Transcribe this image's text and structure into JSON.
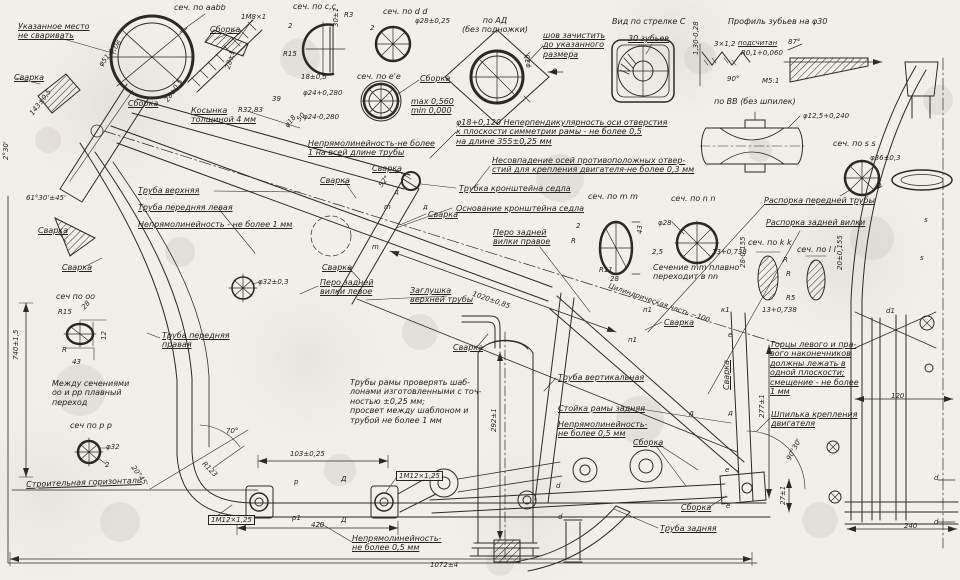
{
  "meta": {
    "kind": "scanned engineering drawing",
    "subject": "motorcycle frame weldment, sections and notes (Russian GOST style)"
  },
  "colors": {
    "paper": "#f1efe8",
    "ink": "#2b2a24"
  },
  "labels": {
    "no_weld": "Указанное место\nне сваривать",
    "sec_aabb": "сеч. по aabb",
    "thread_m8": "1М8×1",
    "sborka_1": "Сборка",
    "svarka_1": "Сварка",
    "dia51": "φ51-0,06",
    "dim143": "143±0,5",
    "dim2801": "28±1",
    "sborka_2": "Сборка",
    "kosynka": "Косынка\nтолщиной 4 мм",
    "r3283": "R32,83",
    "dim39": "39",
    "dia18": "φ18",
    "dim50": "50",
    "dim28_05": "28±0,5",
    "deg230": "2°30'",
    "deg6130": "61°30'±45'",
    "svarka_2": "Сварка",
    "svarka_10": "Сварка",
    "sec_cc": "сеч. по c,c",
    "cc_2": "2",
    "cc_r3": "R3",
    "cc_r15": "R15",
    "cc_30": "30±1",
    "cc_18": "18±0,5",
    "sec_dd": "сеч. по d d",
    "dd_2": "2",
    "dd_dia": "φ28±0,25",
    "sec_ee": "сеч. по e'e",
    "ee_sborka": "Сборка",
    "ee_d24a": "φ24+0,280",
    "ee_d24b": "φ24-0,280",
    "ee_maxmin": "max 0,560\nmin 0,000",
    "ad_title": "по АД\n(без подножки)",
    "ad_note": "шов зачистить\nдо указанного\nразмера",
    "ad_c": "c",
    "ad_d30": "φ30",
    "vid_c": "Вид по стрелке C",
    "zub30": "30 зубьев",
    "profil": "Профиль зубьев на φ30",
    "d3x12": "3×1,2",
    "podschitan": "подсчитан",
    "r01": "R0,1+0,060",
    "deg87": "87°",
    "deg90": "90°",
    "m51": "М5:1",
    "d130": "1,30-0,28",
    "bb_title": "по ВВ (без шпилек)",
    "bb_d125": "φ12,5+0,240",
    "perp_note": "φ18+0,120 Неперпендикулярность оси отверстия\nк плоскости симметрии рамы - не более 0,5\nна длине 355±0,25 мм",
    "nesovp_note": "Несовпадение осей противоположных отвер-\nстий для крепления двигателя-не более 0,3 мм",
    "trubka_kr": "Трубка кронштейна седла",
    "osnovanie": "Основание кронштейна седла",
    "svarka_3": "Сварка",
    "sec_mm": "сеч. по m m",
    "sec_nn": "сеч. по n n",
    "mm_2": "2",
    "mm_r": "R",
    "mm_43": "43",
    "mm_r11": "R11",
    "mm_28": "28",
    "mm_25": "2,5",
    "nn_d28": "φ28",
    "sec_ss": "сеч. по s s",
    "ss_d36": "φ36±0,3",
    "ss_2": "2",
    "rasporka_p": "Распорка передней трубы",
    "rasporka_z": "Распорка задней вилки",
    "sec_kk": "сеч. по k k",
    "sec_ll": "сеч. по l l",
    "kk_13": "13+0,738",
    "kk_r1": "R",
    "kk_r2": "R",
    "kk_r5": "R5",
    "kk_28": "28-0,155",
    "ll_20": "20±0,155",
    "ll_13": "13+0,738",
    "mm_note": "Сечение mm плавно\nпереходит в nn",
    "cyl_note": "Цилиндрическая часть ~100",
    "truba_verh": "Труба верхняя",
    "truba_plev": "Труба передняя левая",
    "nepr_1mm": "Непрямолинейность - не более 1 мм",
    "nepr_full": "Непрямолинейность-не более\n1  на всей длине трубы",
    "svarka_4": "Сварка",
    "svarka_5": "Сварка",
    "deg52": "52°",
    "svarka_6": "Сварка",
    "pero_pr": "Перо задней\nвилки правое",
    "pero_lev": "Перо задней\nвилки левое",
    "zaglushka": "Заглушка\nверхней трубы",
    "dim1020": "1020±0,85",
    "svarka_7": "Сварка",
    "svarka_8": "Сварка",
    "d32_03": "φ32±0,3",
    "sec_oo": "сеч по oo",
    "oo_r15": "R15",
    "oo_28": "28",
    "oo_12": "12",
    "oo_r": "R",
    "oo_43": "43",
    "truba_ppr": "Труба передняя\nправая",
    "mezhdu_note": "Между сечениями\nоо и рр плавный\nпереход",
    "sec_pp": "сеч по p p",
    "pp_d32": "φ32",
    "pp_2": "2",
    "dim740": "740±1,5",
    "stroit": "Строительная горизонталь",
    "shablon_note": "Трубы рамы проверять шаб-\nлонами изготовленными с точ-\nностью ±0,25 мм;\nпросвет между шаблоном и\nтрубой не более 1 мм",
    "truba_vert": "Труба вертикальная",
    "dim292": "292±1",
    "stoyka": "Стойка рамы задняя",
    "nepr05_a": "Непрямолинейность-\nне более 0,5 мм",
    "svarka_9": "Сварка",
    "sborka_3": "Сборка",
    "sborka_4": "Сборка",
    "truba_zad": "Труба задняя",
    "torcy_note": "Торцы левого и пра-\nвого наконечников\nдолжны лежать в\nодной плоскости;\nсмещение - не более\n1 мм",
    "shpilka": "Шпилька крепления\nдвигателя",
    "dim277": "277±1",
    "deg9030": "90°30'",
    "dim27": "27±1",
    "dim120": "120",
    "dim240": "240",
    "mark_d1r": "d1",
    "mark_da": "d",
    "mark_db": "d",
    "dim103": "103±0,25",
    "dim420": "420",
    "thread1": "1М12×1,25",
    "thread2": "1М12×1,25",
    "nepr05_b": "Непрямолинейность-\nне более 0,5 мм",
    "dim1072": "1072±4",
    "r123": "R123",
    "deg70": "70°",
    "deg2045": "20°45'",
    "mark_p": "р",
    "mark_p1": "р1",
    "mark_D": "Д",
    "mark_D1": "Д",
    "mark_m1": "m",
    "mark_m2": "m",
    "mark_dd1": "д",
    "mark_dd2": "д",
    "mark_s1": "s",
    "mark_s2": "s",
    "mark_n1a": "п1",
    "mark_n1b": "п1",
    "mark_k1": "к1",
    "mark_e1": "е",
    "mark_e2": "е",
    "mark_e3": "е",
    "mark_l": "l",
    "mark_d3": "д",
    "mark_d4": "д",
    "mark_d5": "d",
    "mark_d6": "d"
  }
}
